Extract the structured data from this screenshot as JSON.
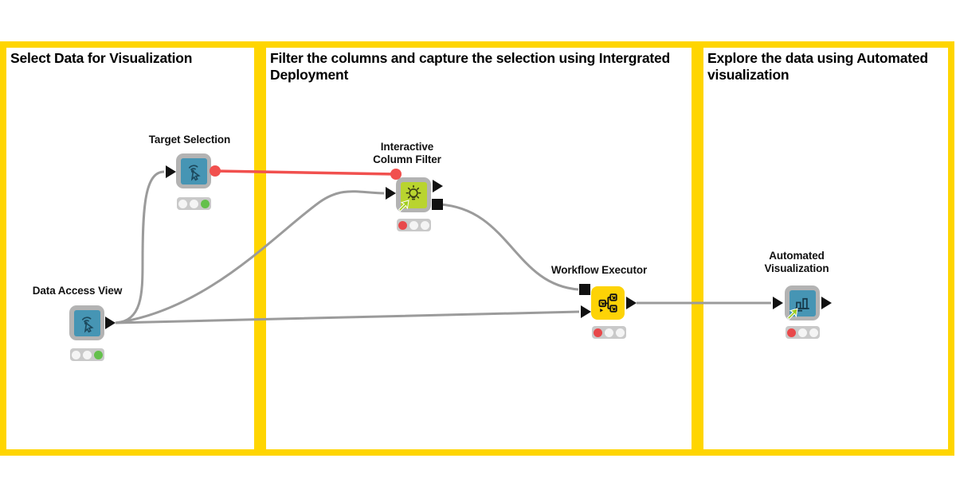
{
  "app": {
    "name": "KNIME workflow canvas"
  },
  "annotations": [
    {
      "title": "Select Data for Visualization"
    },
    {
      "title": "Filter the columns and capture the selection using Intergrated Deployment"
    },
    {
      "title": "Explore the data using Automated visualization"
    }
  ],
  "nodes": [
    {
      "id": "data-access-view",
      "label": "Data Access View",
      "type": "component",
      "icon": "interactive-view-icon",
      "status": "executed",
      "traffic_light": [
        "off",
        "off",
        "green"
      ]
    },
    {
      "id": "target-selection",
      "label": "Target Selection",
      "type": "component",
      "icon": "interactive-view-icon",
      "status": "executed",
      "traffic_light": [
        "off",
        "off",
        "green"
      ]
    },
    {
      "id": "interactive-column-filter",
      "label": "Interactive Column Filter",
      "label_lines": [
        "Interactive",
        "Column Filter"
      ],
      "type": "linked-component",
      "icon": "lightbulb-icon",
      "status": "configured",
      "traffic_light": [
        "red",
        "off",
        "off"
      ]
    },
    {
      "id": "workflow-executor",
      "label": "Workflow Executor",
      "type": "native-node",
      "icon": "workflow-icon",
      "status": "configured",
      "traffic_light": [
        "red",
        "off",
        "off"
      ]
    },
    {
      "id": "automated-visualization",
      "label": "Automated Visualization",
      "label_lines": [
        "Automated",
        "Visualization"
      ],
      "type": "linked-component",
      "icon": "bar-chart-icon",
      "status": "configured",
      "traffic_light": [
        "red",
        "off",
        "off"
      ]
    }
  ],
  "connections": [
    {
      "from": "data-access-view",
      "to": "target-selection",
      "type": "data"
    },
    {
      "from": "data-access-view",
      "to": "interactive-column-filter",
      "type": "data"
    },
    {
      "from": "data-access-view",
      "to": "workflow-executor",
      "type": "data"
    },
    {
      "from": "target-selection",
      "to": "interactive-column-filter",
      "type": "flow-variable"
    },
    {
      "from": "interactive-column-filter",
      "to": "workflow-executor",
      "type": "workflow-object"
    },
    {
      "from": "workflow-executor",
      "to": "automated-visualization",
      "type": "data"
    }
  ],
  "colors": {
    "annotation_border": "#FFD500",
    "native_node_yellow": "#fdd306",
    "component_blue": "#4695b4",
    "component_lime": "#b9d42f",
    "frame_gray": "#b3b3b3",
    "wire_gray": "#9b9b9b",
    "wire_red": "#f1504e",
    "port_black": "#111111",
    "light_red": "#e8484a",
    "light_green": "#64c04c"
  }
}
